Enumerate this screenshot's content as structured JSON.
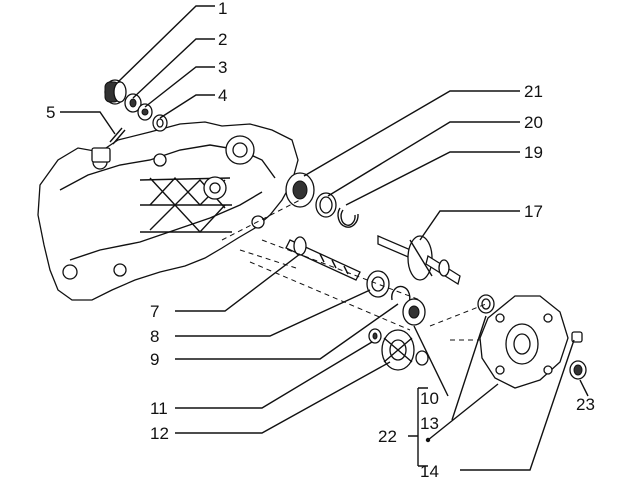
{
  "diagram": {
    "labels": {
      "p1": "1",
      "p2": "2",
      "p3": "3",
      "p4": "4",
      "p5": "5",
      "p7": "7",
      "p8": "8",
      "p9": "9",
      "p10": "10",
      "p11": "11",
      "p12": "12",
      "p13": "13",
      "p14": "14",
      "p17": "17",
      "p19": "19",
      "p20": "20",
      "p21": "21",
      "p22": "22",
      "p23": "23"
    }
  }
}
